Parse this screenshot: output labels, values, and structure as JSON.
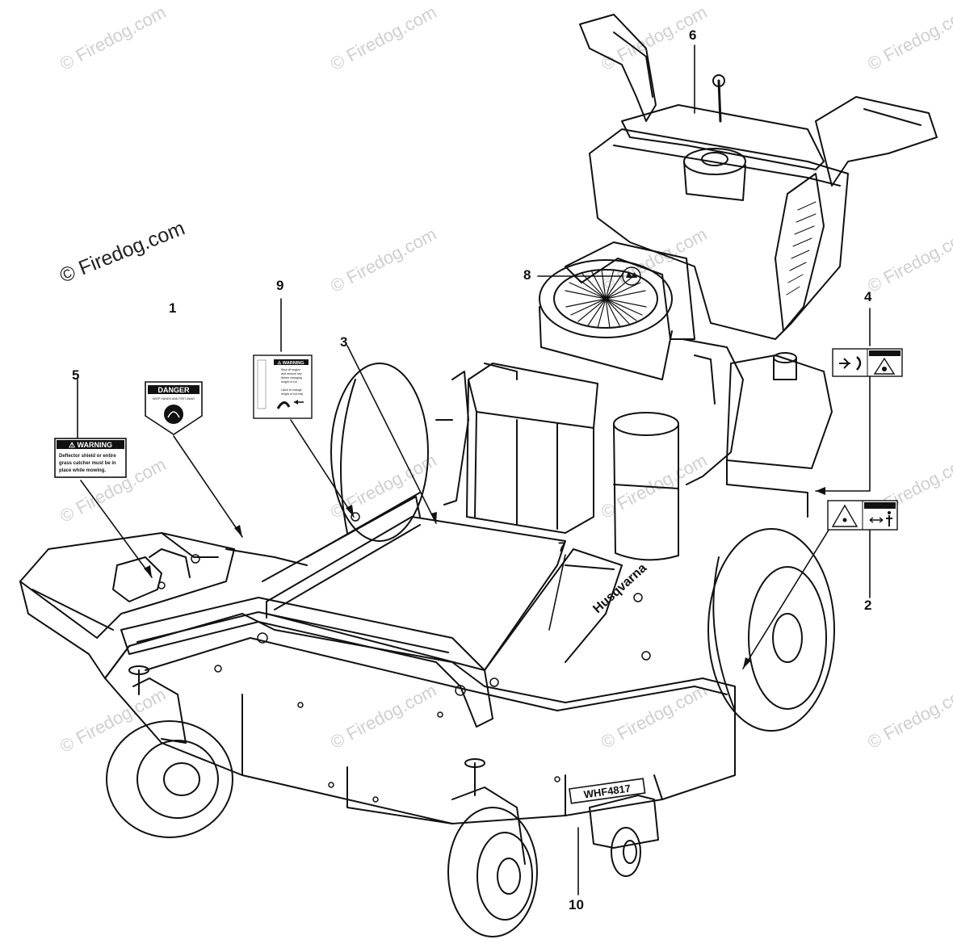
{
  "watermark": {
    "text": "© Firedog.com",
    "repeat_text": "© Firedog.com"
  },
  "callouts": [
    "1",
    "2",
    "3",
    "4",
    "5",
    "6",
    "7",
    "8",
    "9",
    "10"
  ],
  "decals": {
    "danger": {
      "title": "DANGER",
      "line": "KEEP HANDS AND FEET AWAY"
    },
    "warning_deflector": {
      "title": "⚠ WARNING",
      "lines": [
        "Deflector shield or entire",
        "grass catcher must be in",
        "place while mowing."
      ]
    },
    "warning_cut_height": {
      "title": "⚠ WARNING",
      "lines": [
        "Shut off engine",
        "and remove key",
        "before changing",
        "height of cut",
        "",
        "Latch to change",
        "height of cut only"
      ]
    },
    "model_plate": "WHF4817",
    "brand_side": "Husqvarna"
  },
  "colors": {
    "line": "#111111",
    "watermark": "#cfcfcf",
    "background": "#ffffff"
  }
}
